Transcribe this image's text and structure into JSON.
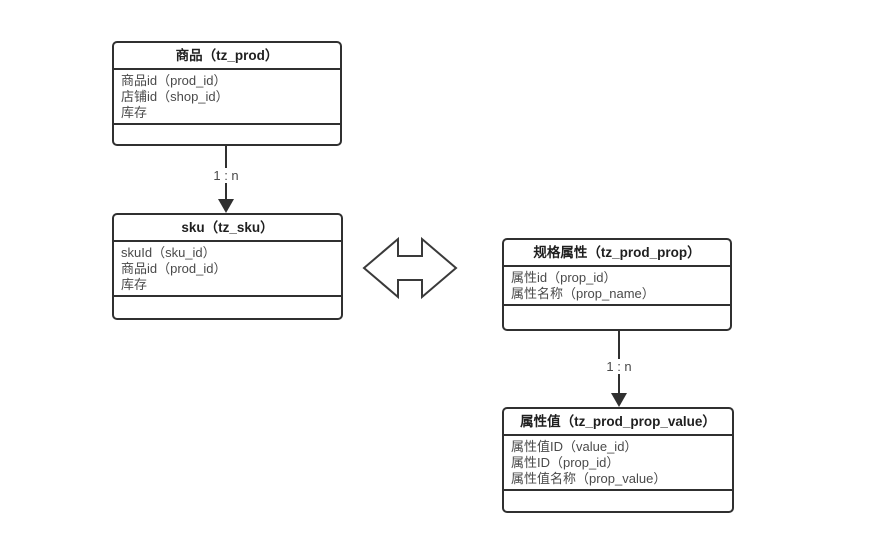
{
  "diagram": {
    "background_color": "#ffffff",
    "line_color": "#303030",
    "text_color": "#4a4a4a",
    "title_color": "#1f1f1f"
  },
  "tables": [
    {
      "title": "商品（tz_prod）",
      "rows": [
        "商品id（prod_id）",
        "店铺id（shop_id）",
        "库存"
      ]
    },
    {
      "title": "sku（tz_sku）",
      "rows": [
        "skuId（sku_id）",
        "商品id（prod_id）",
        "库存"
      ]
    },
    {
      "title": "规格属性（tz_prod_prop）",
      "rows": [
        "属性id（prop_id）",
        "属性名称（prop_name）"
      ]
    },
    {
      "title": "属性值（tz_prod_prop_value）",
      "rows": [
        "属性值ID（value_id）",
        "属性ID（prop_id）",
        "属性值名称（prop_value）"
      ]
    }
  ],
  "connectors": [
    {
      "label": "1 : n",
      "from": "商品（tz_prod）",
      "to": "sku（tz_sku）"
    },
    {
      "label": "1 : n",
      "from": "规格属性（tz_prod_prop）",
      "to": "属性值（tz_prod_prop_value）"
    }
  ]
}
